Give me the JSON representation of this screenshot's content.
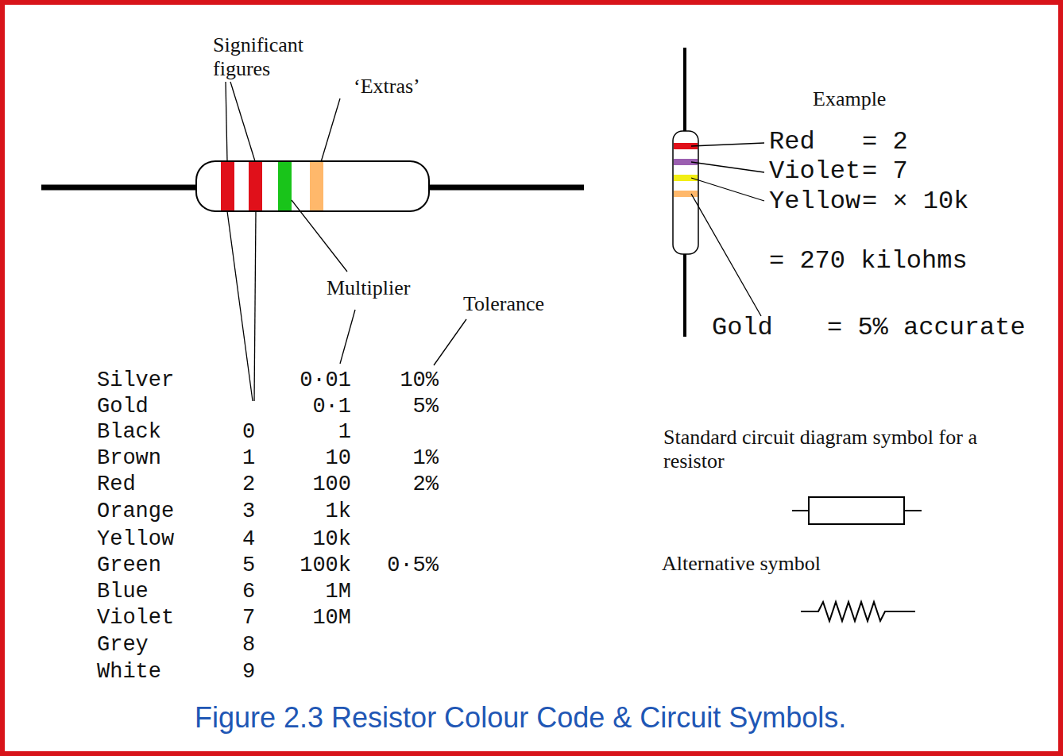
{
  "diagram": {
    "caption": "Figure 2.3  Resistor Colour Code & Circuit Symbols.",
    "labels": [
      "Significant figures",
      "‘Extras’",
      "Multiplier",
      "Tolerance",
      "Silver",
      "0·01",
      "10%",
      "Gold",
      "0·1",
      "5%",
      "Black",
      "0",
      "1",
      "Brown",
      "1",
      "10",
      "1%",
      "Red",
      "2",
      "100",
      "2%",
      "Orange",
      "3",
      "1k",
      "Yellow",
      "4",
      "10k",
      "Green",
      "5",
      "100k",
      "0·5%",
      "Blue",
      "6",
      "1M",
      "Violet",
      "7",
      "10M",
      "Grey",
      "8",
      "White",
      "9",
      "Example",
      "Red",
      "= 2",
      "Violet",
      "= 7",
      "Yellow",
      "= × 10k",
      "= 270 kilohms",
      "Gold",
      "= 5% accurate",
      "Standard circuit diagram symbol for a resistor",
      "Alternative symbol"
    ]
  }
}
